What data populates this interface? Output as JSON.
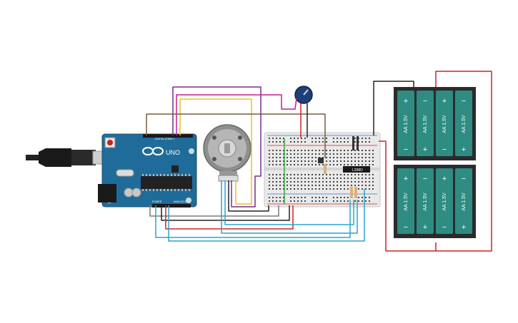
{
  "arduino": {
    "model_label": "UNO",
    "digital_header_label": "DIGITAL (PWM~)",
    "power_header_label": "POWER",
    "analog_header_label": "ANALOG IN"
  },
  "driver_chip": {
    "label": "L298D"
  },
  "battery_packs": [
    {
      "cells": [
        {
          "label": "AA 1.5V",
          "top_terminal": "+",
          "bottom_terminal": "−"
        },
        {
          "label": "AA 1.5V",
          "top_terminal": "−",
          "bottom_terminal": "+"
        },
        {
          "label": "AA 1.5V",
          "top_terminal": "+",
          "bottom_terminal": "−"
        },
        {
          "label": "AA 1.5V",
          "top_terminal": "−",
          "bottom_terminal": "+"
        }
      ]
    },
    {
      "cells": [
        {
          "label": "AA 1.5V",
          "top_terminal": "+",
          "bottom_terminal": "−"
        },
        {
          "label": "AA 1.5V",
          "top_terminal": "−",
          "bottom_terminal": "+"
        },
        {
          "label": "AA 1.5V",
          "top_terminal": "+",
          "bottom_terminal": "−"
        },
        {
          "label": "AA 1.5V",
          "top_terminal": "−",
          "bottom_terminal": "+"
        }
      ]
    }
  ],
  "colors": {
    "arduino_board": "#1f6c9a",
    "breadboard": "#e9e9e9",
    "battery_cell": "#2e8c82",
    "battery_frame": "#2b2b2b",
    "wire_red": "#d42020",
    "wire_black": "#222222",
    "wire_purple": "#7b2a8f",
    "wire_magenta": "#c0208f",
    "wire_yellow": "#e8c020",
    "wire_brown": "#7a5a3a",
    "wire_gray": "#7a7a7a",
    "wire_cyan": "#2aa5c8",
    "wire_green": "#3aa040"
  }
}
